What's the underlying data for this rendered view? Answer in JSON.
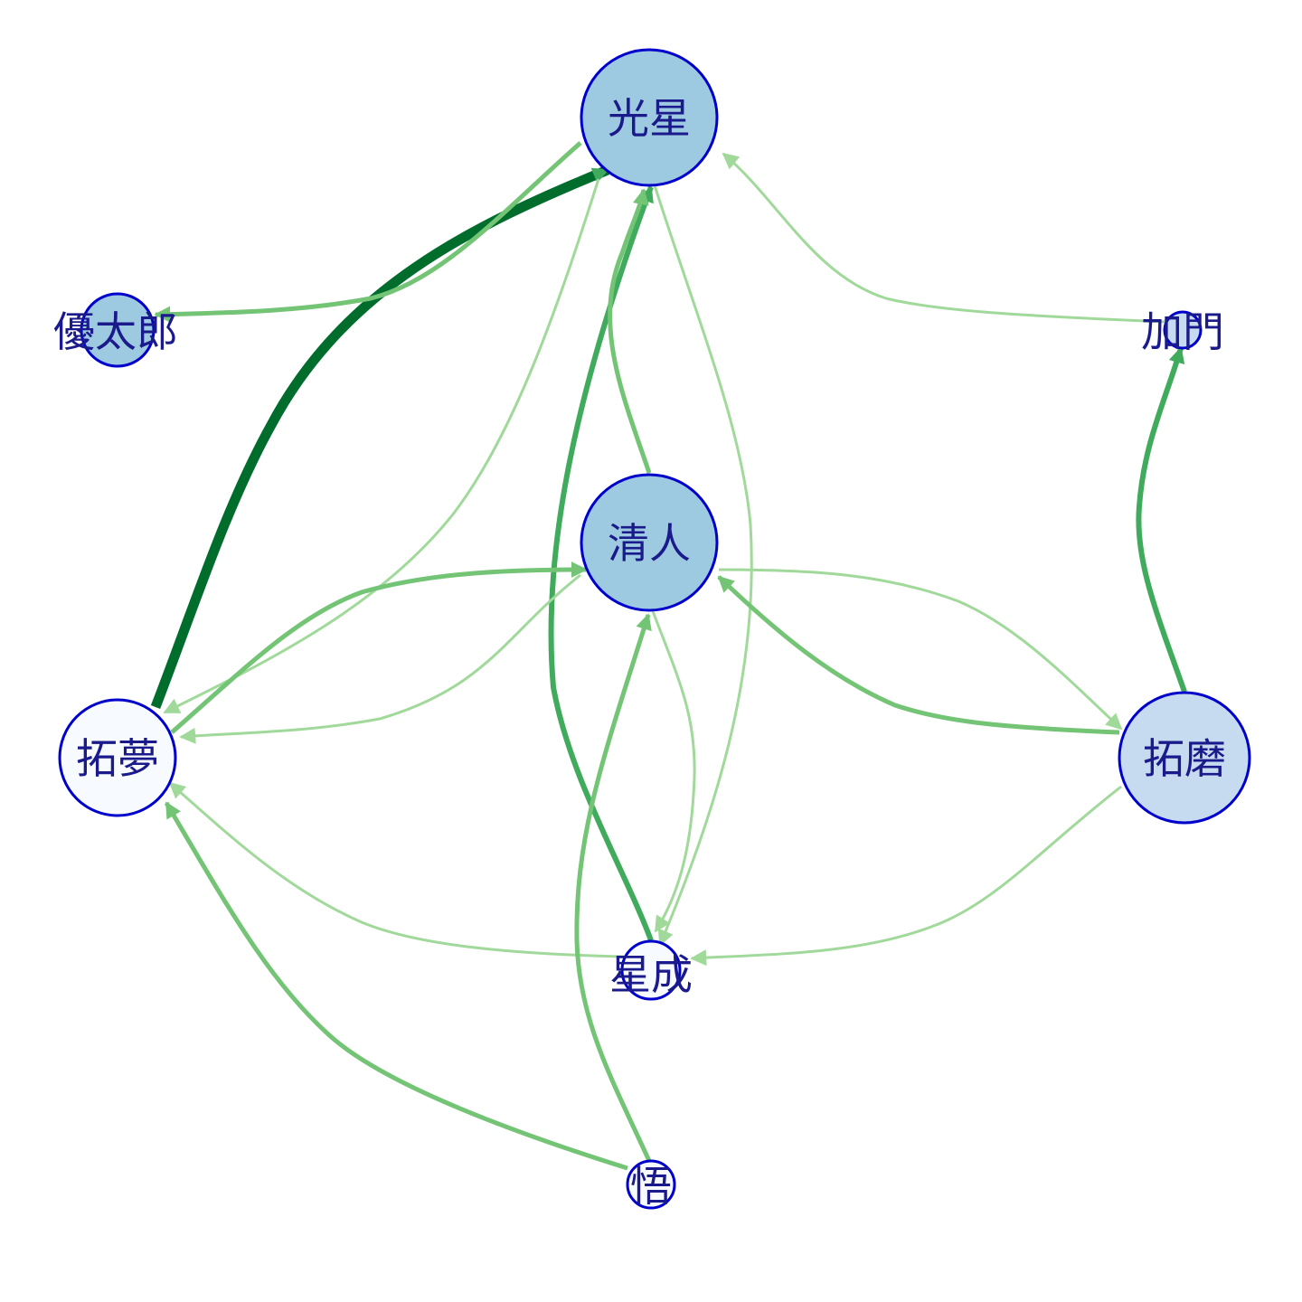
{
  "graph": {
    "nodes": [
      {
        "id": "kosei",
        "label": "光星",
        "fill": "#9ecae1"
      },
      {
        "id": "yutaro",
        "label": "優太郎",
        "fill": "#9ecae1"
      },
      {
        "id": "kamon",
        "label": "加門",
        "fill": "#c6dbef"
      },
      {
        "id": "kiyoto",
        "label": "清人",
        "fill": "#9ecae1"
      },
      {
        "id": "takumu",
        "label": "拓夢",
        "fill": "#f7fbff"
      },
      {
        "id": "takuma",
        "label": "拓磨",
        "fill": "#c6dbef"
      },
      {
        "id": "seinari",
        "label": "星成",
        "fill": "#f7fbff"
      },
      {
        "id": "satoru",
        "label": "悟",
        "fill": "#f7fbff"
      }
    ],
    "edges": [
      {
        "source": "takumu",
        "target": "kosei",
        "color": "#006d2c"
      },
      {
        "source": "kosei",
        "target": "yutaro",
        "color": "#74c476"
      },
      {
        "source": "kamon",
        "target": "kosei",
        "color": "#a1d99b"
      },
      {
        "source": "kosei",
        "target": "takumu",
        "color": "#a1d99b"
      },
      {
        "source": "seinari",
        "target": "kosei",
        "color": "#41ab5d"
      },
      {
        "source": "kiyoto",
        "target": "kosei",
        "color": "#74c476"
      },
      {
        "source": "kosei",
        "target": "seinari",
        "color": "#a1d99b"
      },
      {
        "source": "takumu",
        "target": "kiyoto",
        "color": "#74c476"
      },
      {
        "source": "kiyoto",
        "target": "takumu",
        "color": "#a1d99b"
      },
      {
        "source": "takuma",
        "target": "kiyoto",
        "color": "#74c476"
      },
      {
        "source": "kiyoto",
        "target": "takuma",
        "color": "#a1d99b"
      },
      {
        "source": "takuma",
        "target": "kamon",
        "color": "#41ab5d"
      },
      {
        "source": "takuma",
        "target": "seinari",
        "color": "#a1d99b"
      },
      {
        "source": "kiyoto",
        "target": "seinari",
        "color": "#a1d99b"
      },
      {
        "source": "seinari",
        "target": "takumu",
        "color": "#a1d99b"
      },
      {
        "source": "satoru",
        "target": "takumu",
        "color": "#74c476"
      },
      {
        "source": "satoru",
        "target": "kiyoto",
        "color": "#74c476"
      }
    ]
  }
}
